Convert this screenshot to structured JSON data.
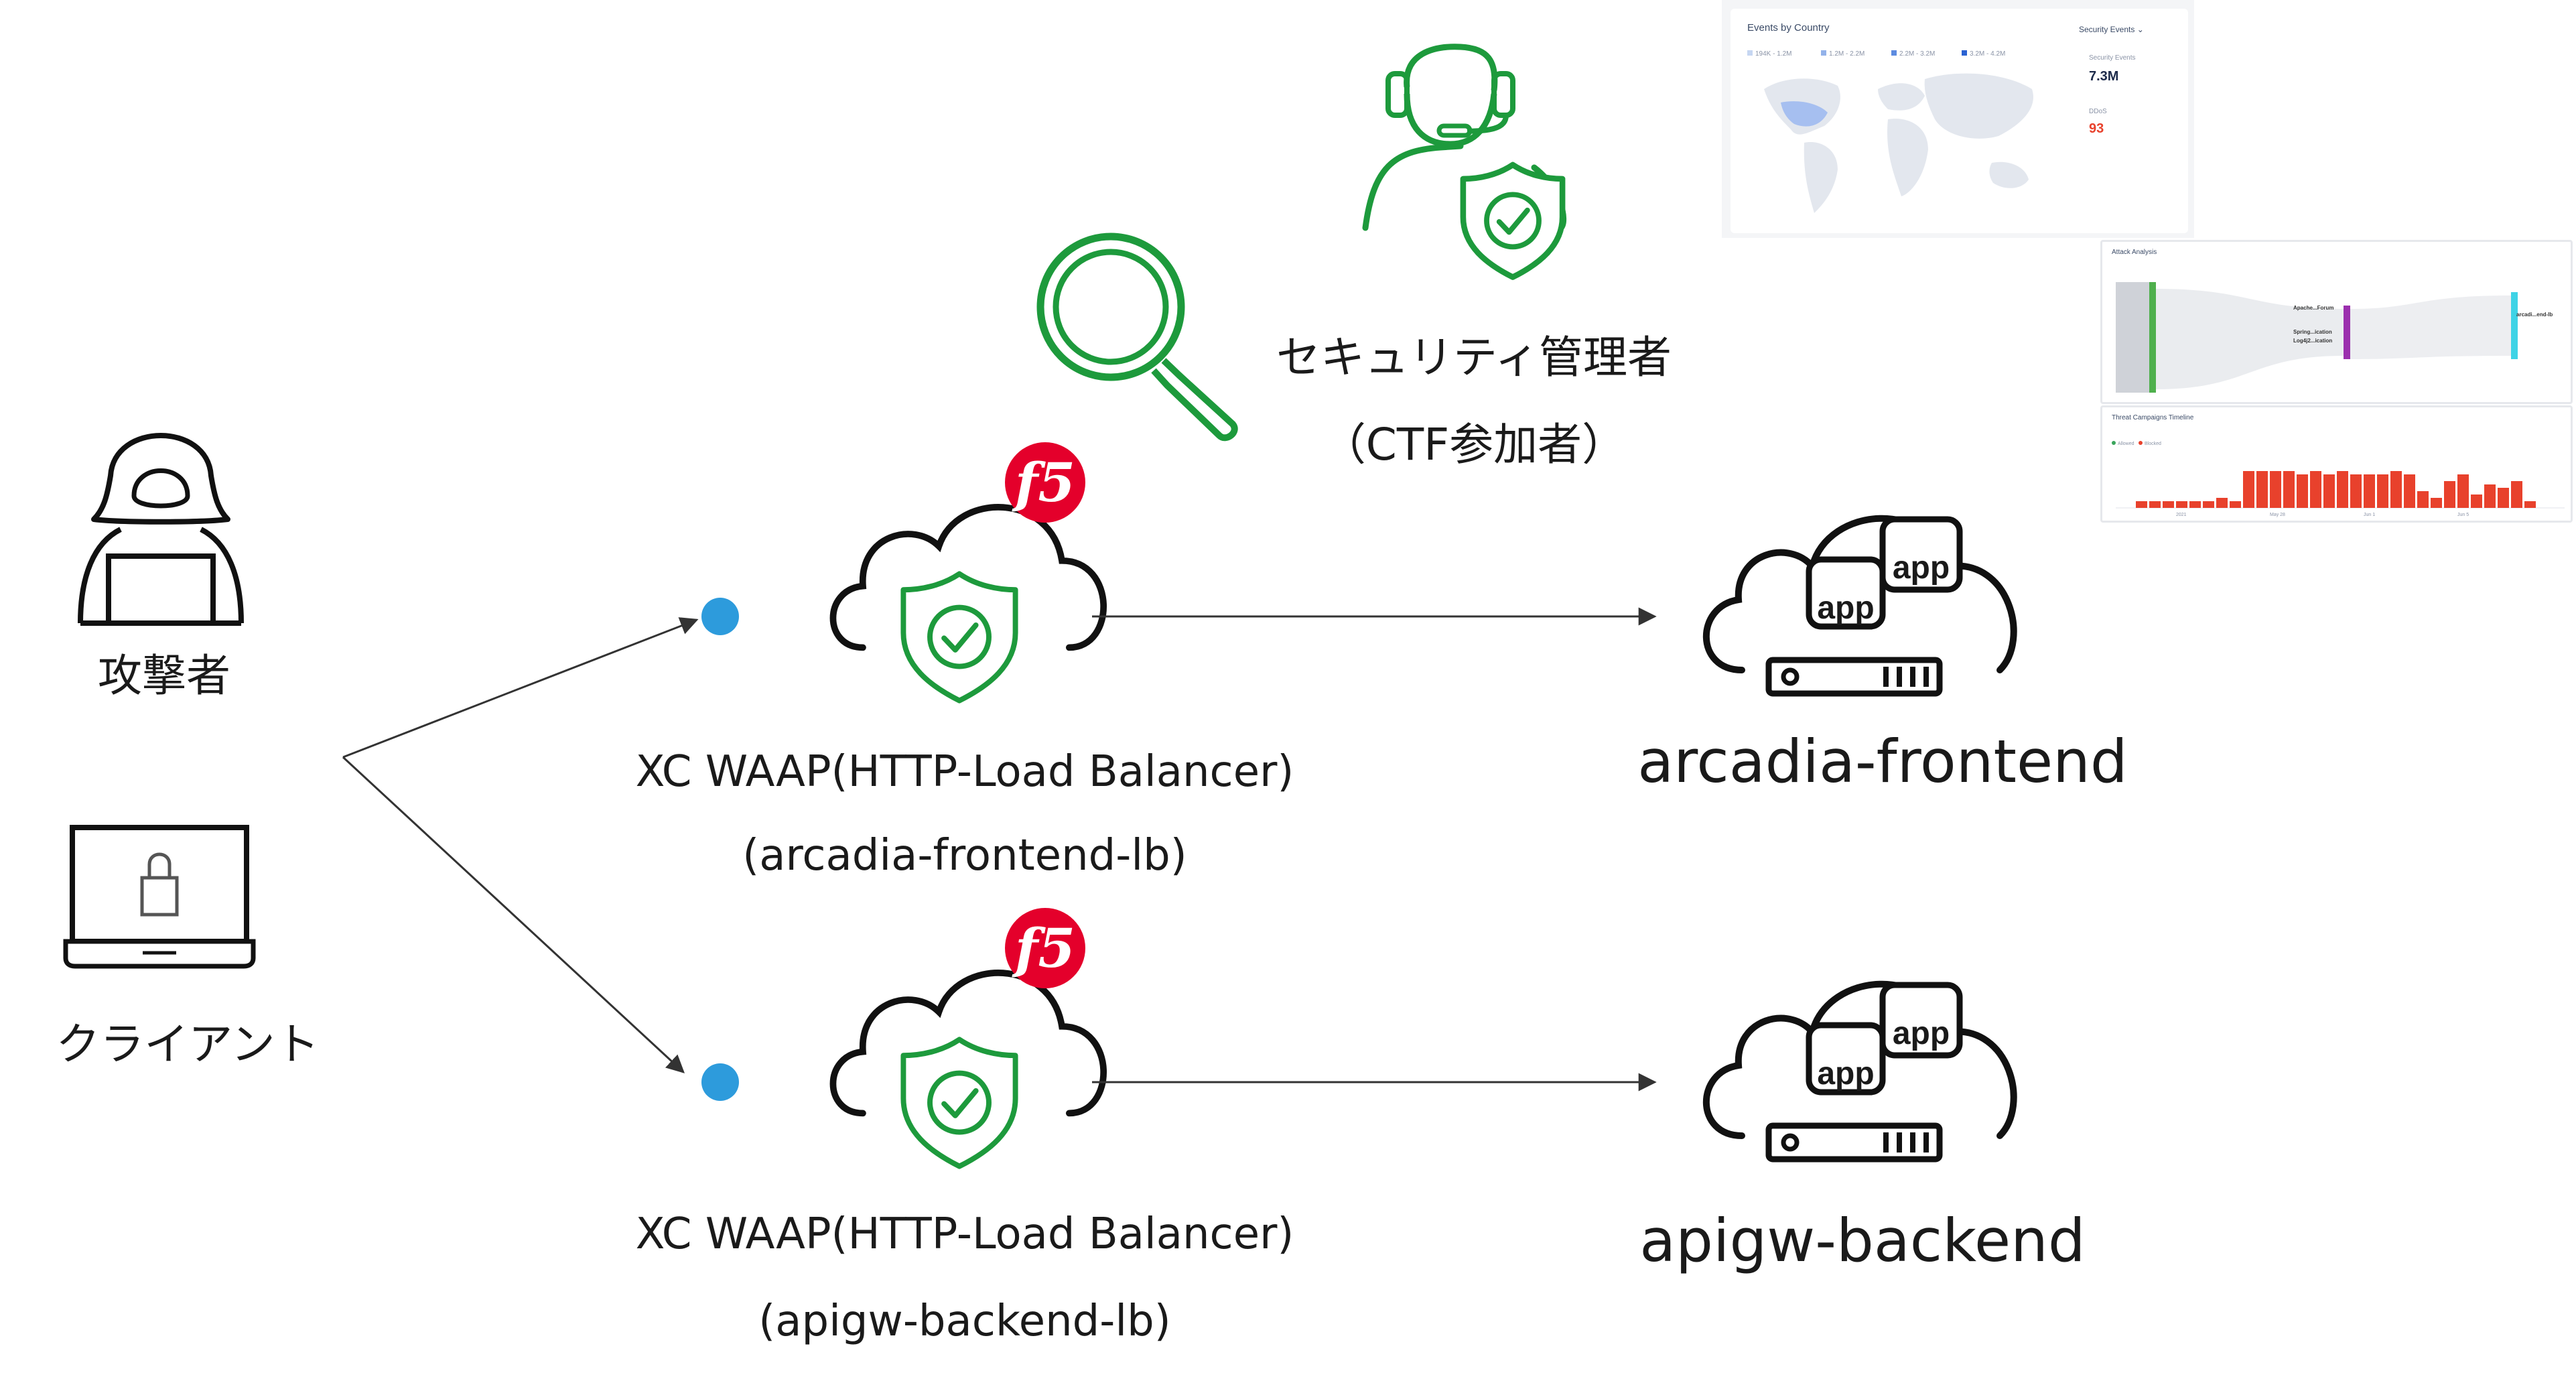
{
  "attacker": {
    "label": "攻撃者"
  },
  "client": {
    "label": "クライアント"
  },
  "admin": {
    "label": "セキュリティ管理者",
    "sublabel": "（CTF参加者）"
  },
  "load_balancers": [
    {
      "title": "XC WAAP(HTTP-Load Balancer)",
      "name": "(arcadia-frontend-lb)",
      "badge": "f5"
    },
    {
      "title": "XC WAAP(HTTP-Load Balancer)",
      "name": "(apigw-backend-lb)",
      "badge": "f5"
    }
  ],
  "backends": [
    {
      "name": "arcadia-frontend",
      "app_labels": [
        "app",
        "app"
      ]
    },
    {
      "name": "apigw-backend",
      "app_labels": [
        "app",
        "app"
      ]
    }
  ],
  "dashboard": {
    "events_panel": {
      "title": "Events by Country",
      "dropdown": "Security Events",
      "legend": [
        "194K - 1.2M",
        "1.2M - 2.2M",
        "2.2M - 3.2M",
        "3.2M - 4.2M"
      ],
      "stat1_label": "Security Events",
      "stat1_value": "7.3M",
      "stat2_label": "DDoS",
      "stat2_value": "93"
    },
    "attack_panel": {
      "title": "Attack Analysis",
      "nodes": [
        "Apache...Forum",
        "Spring...ication",
        "Log4j2...ication",
        "arcadi...end-lb"
      ]
    },
    "timeline_panel": {
      "title": "Threat Campaigns Timeline",
      "legend": [
        "Allowed",
        "Blocked"
      ],
      "chart_data": {
        "type": "bar",
        "values": [
          2,
          2,
          2,
          2,
          2,
          2,
          3,
          2,
          11,
          11,
          11,
          11,
          10,
          11,
          10,
          11,
          10,
          10,
          10,
          11,
          10,
          5,
          3,
          8,
          10,
          4,
          7,
          6,
          8,
          2
        ],
        "x_ticks": [
          "2021",
          "May 28",
          "Jun 1",
          "Jun 5"
        ],
        "colors": {
          "blocked": "#e8412c",
          "allowed": "#3aa55c"
        }
      }
    }
  },
  "colors": {
    "green": "#1d9a3c",
    "blue_dot": "#2d9bdc",
    "f5_red": "#e4002b",
    "arrow": "#333333"
  }
}
